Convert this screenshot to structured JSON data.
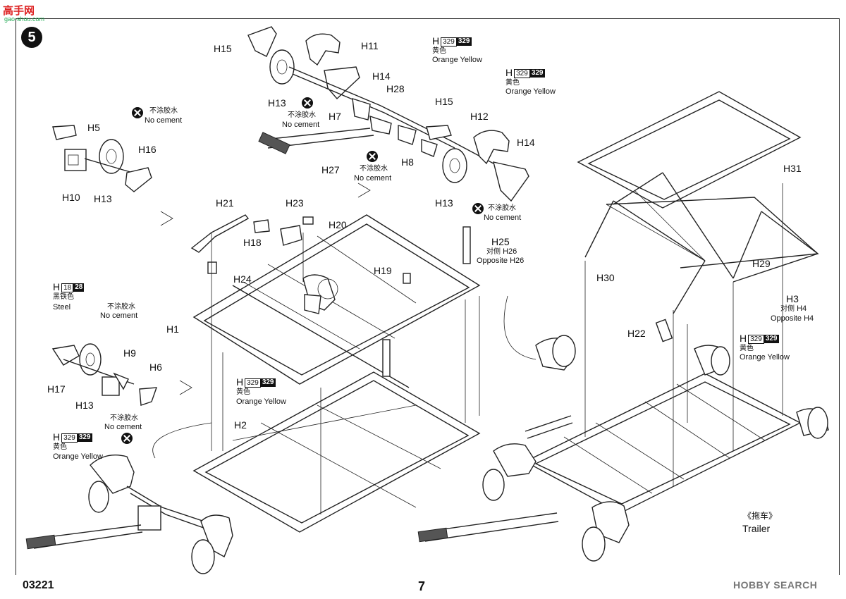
{
  "header": {
    "logo_text": "高手网",
    "logo_sub": "gao-shou.com",
    "step_number": "5"
  },
  "footer": {
    "kit_code": "03221",
    "page_number": "7",
    "watermark": "HOBBY SEARCH"
  },
  "paint_codes": {
    "h_letter": "H",
    "code_329": "329",
    "code_18": "18",
    "code_28": "28",
    "yellow_cn": "黄色",
    "yellow_en": "Orange Yellow",
    "steel_cn": "黑铁色",
    "steel_en": "Steel"
  },
  "no_cement": {
    "cn": "不涂胶水",
    "en": "No cement"
  },
  "parts": {
    "h1": "H1",
    "h2": "H2",
    "h3": "H3",
    "h5": "H5",
    "h6": "H6",
    "h7": "H7",
    "h8": "H8",
    "h9": "H9",
    "h10": "H10",
    "h11": "H11",
    "h12": "H12",
    "h13": "H13",
    "h14": "H14",
    "h15": "H15",
    "h16": "H16",
    "h17": "H17",
    "h18": "H18",
    "h19": "H19",
    "h20": "H20",
    "h21": "H21",
    "h22": "H22",
    "h23": "H23",
    "h24": "H24",
    "h25": "H25",
    "h26": "H26",
    "h27": "H27",
    "h28": "H28",
    "h29": "H29",
    "h30": "H30",
    "h31": "H31"
  },
  "opposite": {
    "cn": "对侧",
    "h26_text": "Opposite H26",
    "h4_text": "Opposite H4",
    "h26": "H26",
    "h4": "H4"
  },
  "trailer": {
    "cn": "《拖车》",
    "en": "Trailer"
  },
  "colors": {
    "ink": "#111111",
    "paper": "#ffffff",
    "logo_red": "#dd2222",
    "watermark_gray": "#777777"
  },
  "icons": [
    "no-cement-icon",
    "arrow-icon",
    "step-badge-icon"
  ]
}
